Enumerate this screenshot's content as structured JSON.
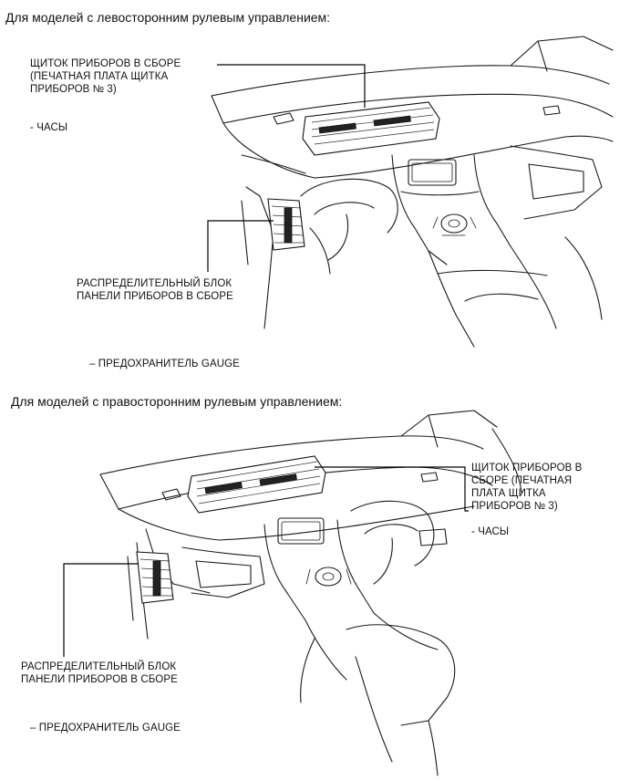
{
  "lhd": {
    "heading": "Для моделей с левосторонним рулевым управлением:",
    "cluster_label": [
      "ЩИТОК ПРИБОРОВ В СБОРЕ",
      "(ПЕЧАТНАЯ ПЛАТА ЩИТКА",
      "ПРИБОРОВ № 3)"
    ],
    "cluster_sub": "- ЧАСЫ",
    "junction_label": [
      "РАСПРЕДЕЛИТЕЛЬНЫЙ БЛОК",
      "ПАНЕЛИ ПРИБОРОВ В СБОРЕ"
    ],
    "junction_sub": "– ПРЕДОХРАНИТЕЛЬ GAUGE"
  },
  "rhd": {
    "heading": "Для моделей с правосторонним рулевым управлением:",
    "cluster_label": [
      "ЩИТОК ПРИБОРОВ В",
      "СБОРЕ (ПЕЧАТНАЯ",
      "ПЛАТА ЩИТКА",
      "ПРИБОРОВ № 3)"
    ],
    "cluster_sub": "- ЧАСЫ",
    "junction_label": [
      "РАСПРЕДЕЛИТЕЛЬНЫЙ БЛОК",
      "ПАНЕЛИ ПРИБОРОВ В СБОРЕ"
    ],
    "junction_sub": "– ПРЕДОХРАНИТЕЛЬ GAUGE"
  }
}
